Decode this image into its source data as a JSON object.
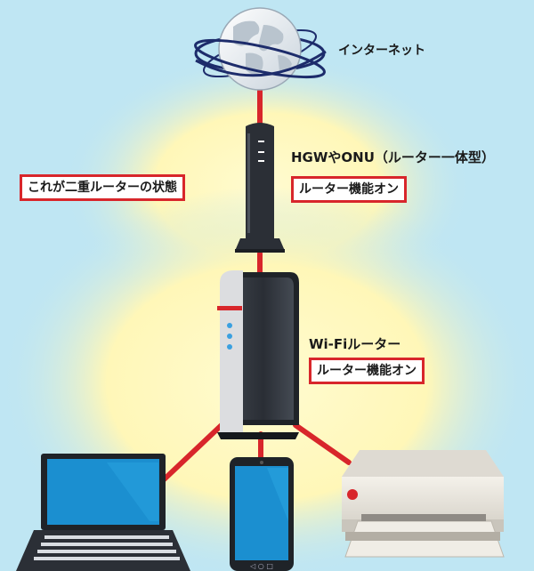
{
  "labels": {
    "internet": "インターネット",
    "hgw_title": "HGWやONU（ルーター一体型）",
    "hgw_router_on": "ルーター機能オン",
    "double_router": "これが二重ルーターの状態",
    "wifi_title": "Wi-Fiルーター",
    "wifi_router_on": "ルーター機能オン"
  },
  "colors": {
    "background": "#bfe6f3",
    "glow": "#fff8b0",
    "cable": "#d8262b",
    "device_dark": "#2b2f36",
    "screen": "#1b8fd0"
  },
  "icons": [
    "globe-icon",
    "hgw-onu-icon",
    "wifi-router-icon",
    "laptop-icon",
    "smartphone-icon",
    "printer-icon"
  ]
}
